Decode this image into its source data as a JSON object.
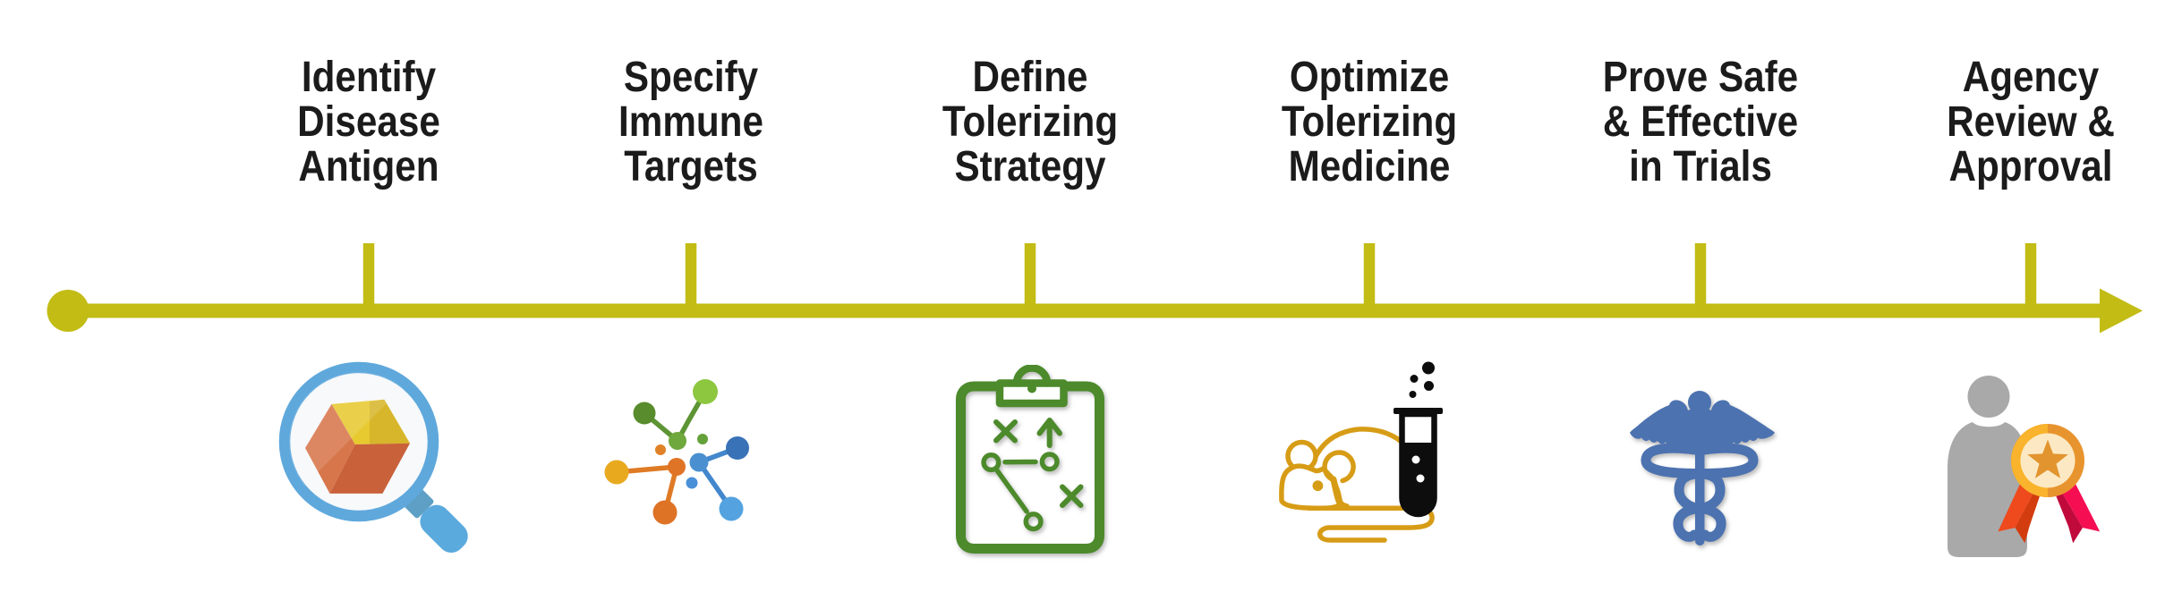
{
  "diagram": {
    "type": "process-timeline",
    "direction": "left-to-right",
    "stages": [
      {
        "lines": [
          "Identify",
          "Disease",
          "Antigen"
        ],
        "icon": "magnifier-cube-icon"
      },
      {
        "lines": [
          "Specify",
          "Immune",
          "Targets"
        ],
        "icon": "molecular-network-icon"
      },
      {
        "lines": [
          "Define",
          "Tolerizing",
          "Strategy"
        ],
        "icon": "strategy-clipboard-icon"
      },
      {
        "lines": [
          "Optimize",
          "Tolerizing",
          "Medicine"
        ],
        "icon": "lab-mouse-testtube-icon"
      },
      {
        "lines": [
          "Prove Safe",
          "& Effective",
          "in Trials"
        ],
        "icon": "caduceus-icon"
      },
      {
        "lines": [
          "Agency",
          "Review &",
          "Approval"
        ],
        "icon": "person-award-icon"
      }
    ],
    "timeline": {
      "color": "#c2bc15",
      "start_marker": "circle",
      "end_marker": "arrow"
    },
    "text_color": "#1b1b1b",
    "icon_colors": {
      "magnifier_blue": "#5ba8dc",
      "cube_orange": "#d0693f",
      "cube_yellow": "#e5c82d",
      "network_green": "#6fa83c",
      "network_blue": "#4a90d0",
      "network_orange": "#e07426",
      "clipboard_green": "#4c8a2b",
      "mouse_amber": "#d79c16",
      "testtube_black": "#0d0d0d",
      "caduceus_blue": "#4c72b0",
      "person_gray": "#a9a9a9",
      "medal_gold": "#f2ac3e",
      "ribbon_red": "#ee4a1d",
      "ribbon_pink": "#f50f52"
    }
  }
}
